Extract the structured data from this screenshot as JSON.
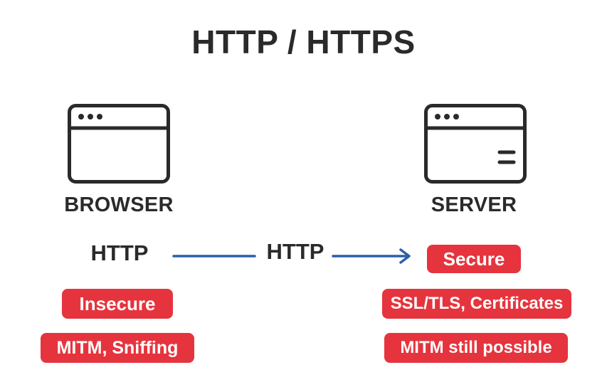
{
  "title": "HTTP / HTTPS",
  "browser": {
    "label": "BROWSER",
    "protocol": "HTTP",
    "tags": [
      "Insecure",
      "MITM, Sniffing"
    ]
  },
  "server": {
    "label": "SERVER",
    "tags": [
      "Secure",
      "SSL/TLS, Certificates",
      "MITM still possible"
    ]
  },
  "connection": {
    "label": "HTTP"
  },
  "colors": {
    "badge": "#e5343d",
    "arrow": "#2f5ea8",
    "text": "#2a2a2a"
  },
  "icons": {
    "browser": "browser-window-icon",
    "server": "server-window-icon"
  }
}
